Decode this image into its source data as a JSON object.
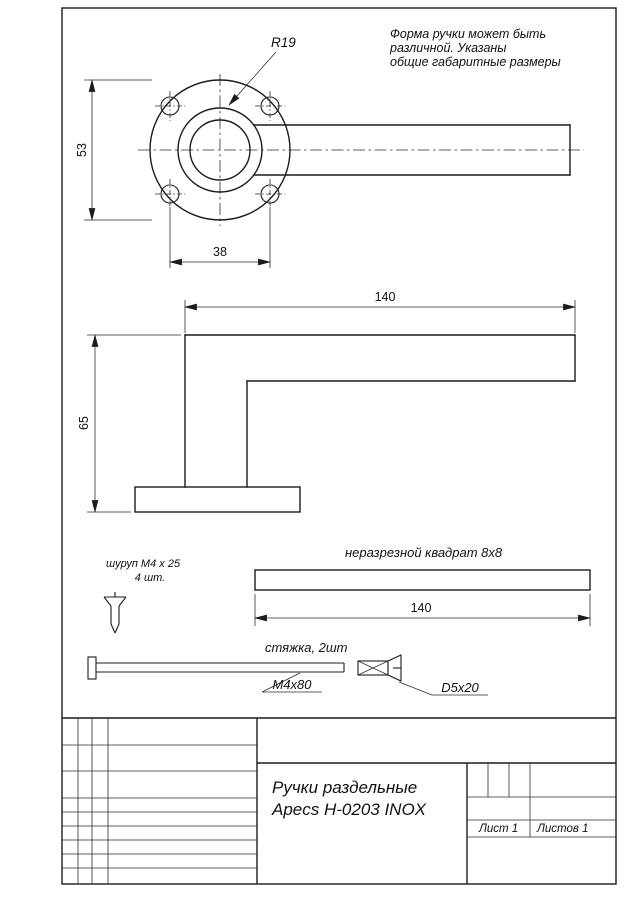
{
  "note": {
    "line1": "Форма ручки может быть",
    "line2": "различной. Указаны",
    "line3": "общие габаритные размеры"
  },
  "top_view": {
    "radius": "R19",
    "height": "53",
    "holes_spacing": "38"
  },
  "front_view": {
    "length": "140",
    "height": "65"
  },
  "parts": {
    "screw_name": "шуруп М4 х 25",
    "screw_qty": "4 шт.",
    "square_name": "неразрезной квадрат 8х8",
    "square_length": "140",
    "tie_name": "стяжка, 2шт",
    "bolt_label": "М4х80",
    "sleeve_label": "D5x20"
  },
  "title_block": {
    "product_line1": "Ручки раздельные",
    "product_line2": "Apecs H-0203 INOX",
    "sheet": "Лист 1",
    "sheets": "Листов 1"
  }
}
